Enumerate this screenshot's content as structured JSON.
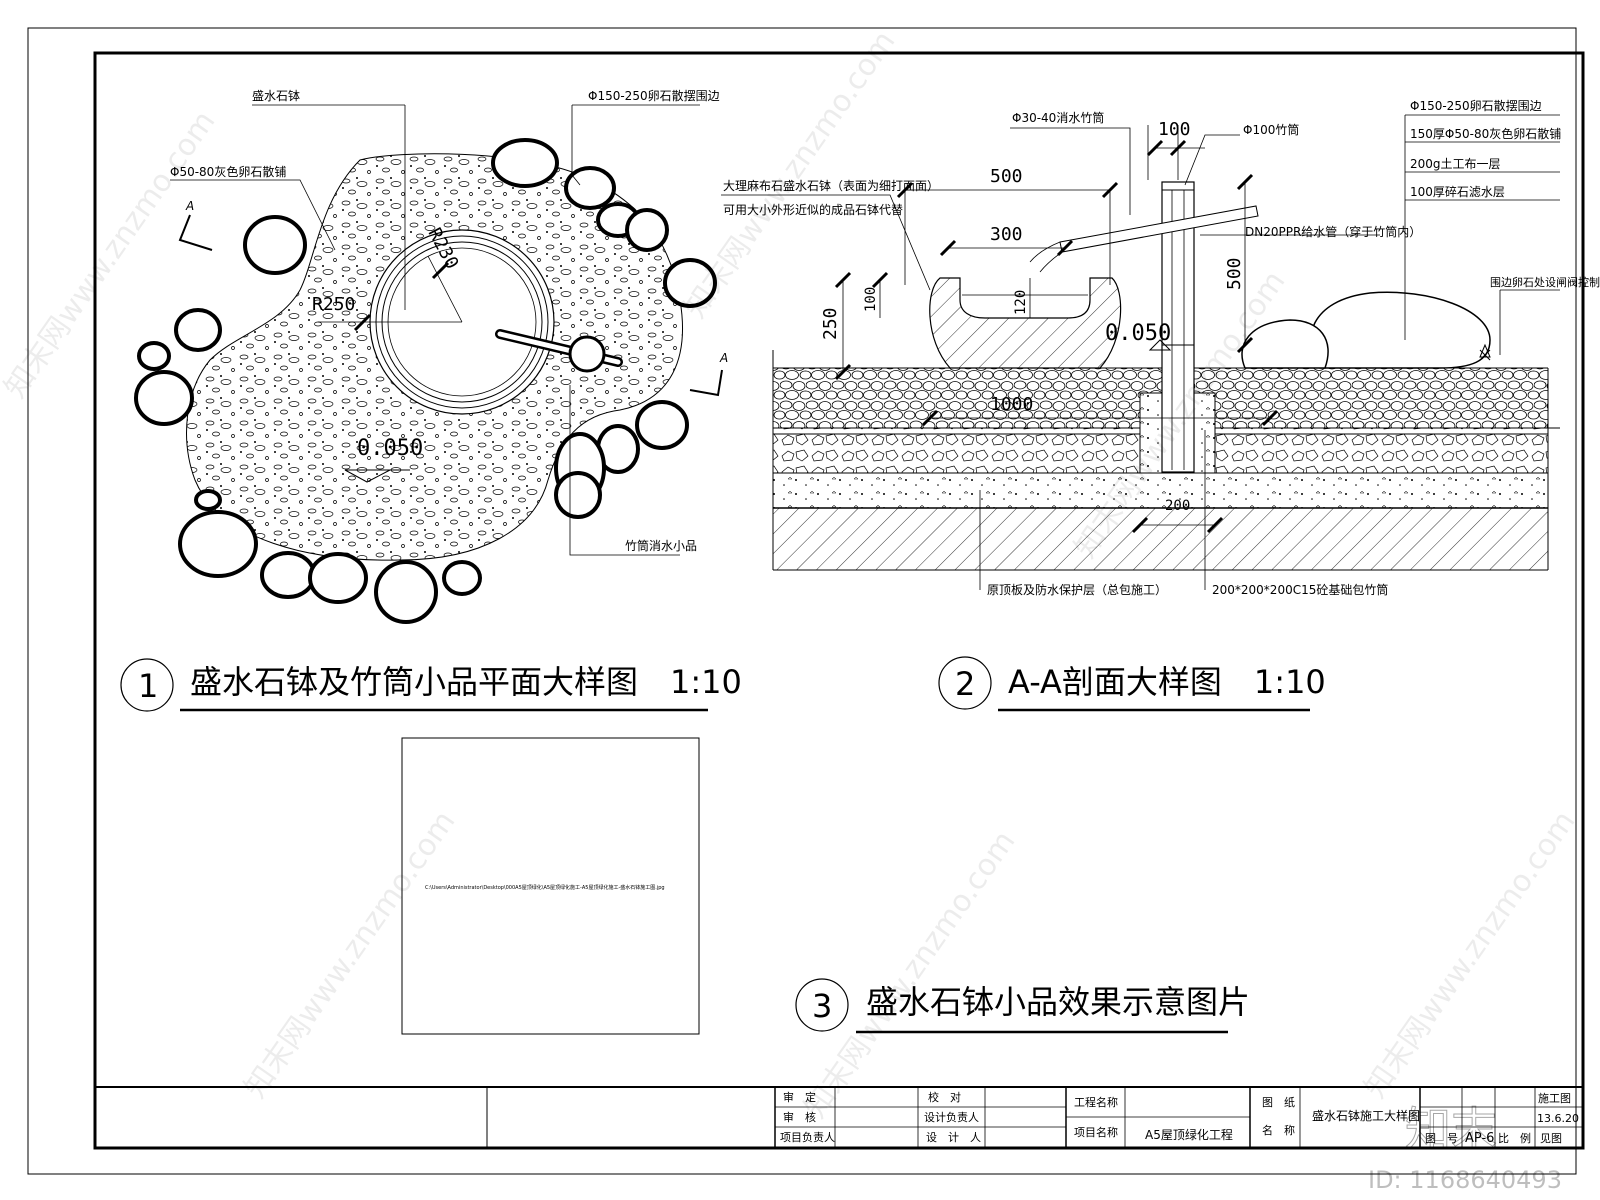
{
  "plan": {
    "label_bowl": "盛水石钵",
    "label_border": "Φ150-250卵石散摆围边",
    "label_paving": "Φ50-80灰色卵石散铺",
    "label_fountain": "竹筒消水小品",
    "label_radius": "R250",
    "label_radius2": "R230",
    "label_elev": "0.050",
    "label_a1": "A",
    "label_a2": "A"
  },
  "section": {
    "label_bamboo_pipe": "Φ30-40消水竹筒",
    "label_bamboo100": "Φ100竹筒",
    "label_marble1": "大理麻布石盛水石钵（表面为细打面面）",
    "label_marble2": "可用大小外形近似的成品石钵代替",
    "label_ppr": "DN20PPR给水管（穿于竹筒内）",
    "label_r1": "Φ150-250卵石散摆围边",
    "label_r2": "150厚Φ50-80灰色卵石散铺",
    "label_r3": "200g土工布一层",
    "label_r4": "100厚碎石滤水层",
    "label_valve": "围边卵石处设闸阀控制",
    "label_roof": "原顶板及防水保护层（总包施工）",
    "label_base": "200*200*200C15砼基础包竹筒",
    "dim_100": "100",
    "dim_500": "500",
    "dim_300": "300",
    "dim_500v": "500",
    "dim_250": "250",
    "dim_100v": "100",
    "dim_120": "120",
    "dim_1000": "1000",
    "dim_200": "200",
    "label_elev": "0.050"
  },
  "titles": {
    "t1_num": "1",
    "t1": "盛水石钵及竹筒小品平面大样图　1:10",
    "t2_num": "2",
    "t2": "A-A剖面大样图　1:10",
    "t3_num": "3",
    "t3": "盛水石钵小品效果示意图片",
    "image_path": "C:\\Users\\Administrator\\Desktop\\000A5屋顶绿化\\A5屋顶绿化施工-A5屋顶绿化施工-盛水石钵施工图.jpg"
  },
  "titleblock": {
    "shending": "审　定",
    "shenhe": "审　核",
    "xiangmu_fzr": "项目负责人",
    "jiaodui": "校　对",
    "sheji_fzr": "设计负责人",
    "sheji": "设　计　人",
    "gongcheng_mc": "工程名称",
    "xiangmu_mc": "项目名称",
    "xiangmu_val": "A5屋顶绿化工程",
    "tuzhi": "图　纸",
    "mingcheng": "名　称",
    "tuzhi_val": "盛水石钵施工大样图",
    "tuhao_lbl": "图　号",
    "tuhao_val": "AP-6",
    "jieduan_val": "施工图",
    "riqi_val": "13.6.20",
    "bili_lbl": "比　例",
    "bili_val": "见图"
  },
  "watermark": {
    "text": "知末网www.znzmo.com",
    "logo": "知末",
    "id": "ID: 1168640493"
  }
}
